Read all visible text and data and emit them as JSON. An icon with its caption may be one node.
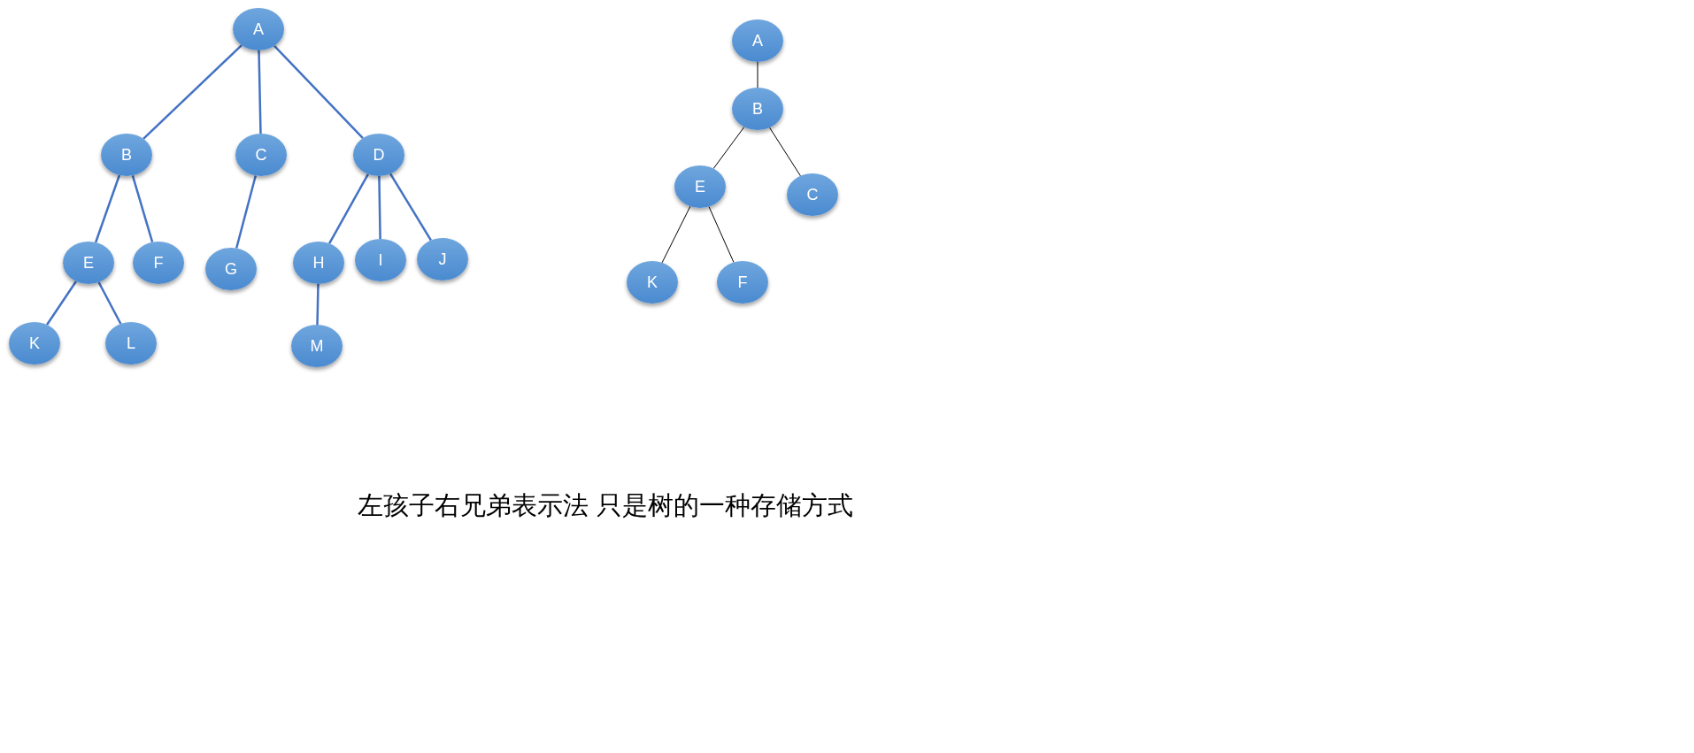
{
  "diagram": {
    "nodes": [
      {
        "text": [
          "A"
        ]
      },
      {
        "text": [
          "B"
        ]
      },
      {
        "text": [
          "C"
        ]
      },
      {
        "text": [
          "D"
        ]
      },
      {
        "text": [
          "E"
        ]
      },
      {
        "text": [
          "F"
        ]
      },
      {
        "text": [
          "G"
        ]
      },
      {
        "text": [
          "H"
        ]
      },
      {
        "text": [
          "I"
        ]
      },
      {
        "text": [
          "J"
        ]
      },
      {
        "text": [
          "K"
        ]
      },
      {
        "text": [
          "L"
        ]
      },
      {
        "text": [
          "M"
        ]
      },
      {
        "text": [
          "A"
        ]
      },
      {
        "text": [
          "B"
        ]
      },
      {
        "text": [
          "E"
        ]
      },
      {
        "text": [
          "C"
        ]
      },
      {
        "text": [
          "K"
        ]
      },
      {
        "text": [
          "F"
        ]
      }
    ],
    "edges": [
      {
        "from": 0,
        "to": 1,
        "arrow": "none"
      },
      {
        "from": 0,
        "to": 2,
        "arrow": "none"
      },
      {
        "from": 0,
        "to": 3,
        "arrow": "none"
      },
      {
        "from": 1,
        "to": 4,
        "arrow": "none"
      },
      {
        "from": 1,
        "to": 5,
        "arrow": "none"
      },
      {
        "from": 2,
        "to": 6,
        "arrow": "none"
      },
      {
        "from": 3,
        "to": 7,
        "arrow": "none"
      },
      {
        "from": 3,
        "to": 8,
        "arrow": "none"
      },
      {
        "from": 3,
        "to": 9,
        "arrow": "none"
      },
      {
        "from": 4,
        "to": 10,
        "arrow": "none"
      },
      {
        "from": 4,
        "to": 11,
        "arrow": "none"
      },
      {
        "from": 7,
        "to": 12,
        "arrow": "none"
      },
      {
        "from": 13,
        "to": 14,
        "arrow": "none",
        "color": "#000000"
      },
      {
        "from": 14,
        "to": 15,
        "arrow": "none",
        "color": "#000000"
      },
      {
        "from": 14,
        "to": 16,
        "arrow": "none",
        "color": "#000000"
      },
      {
        "from": 15,
        "to": 17,
        "arrow": "none",
        "color": "#000000"
      },
      {
        "from": 15,
        "to": 18,
        "arrow": "none",
        "color": "#000000"
      }
    ],
    "labels": [
      "左孩子右兄弟表示法 只是树的一种存储方式"
    ]
  }
}
